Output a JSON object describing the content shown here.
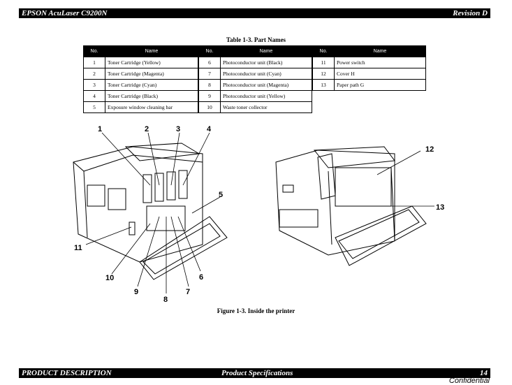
{
  "header": {
    "left": "EPSON AcuLaser C9200N",
    "right": "Revision D"
  },
  "table": {
    "title": "Table 1-3.  Part Names",
    "col_no": "No.",
    "col_name": "Name",
    "block1": [
      {
        "no": "1",
        "name": "Toner Cartridge (Yellow)"
      },
      {
        "no": "2",
        "name": "Toner Cartridge (Magenta)"
      },
      {
        "no": "3",
        "name": "Toner Cartridge (Cyan)"
      },
      {
        "no": "4",
        "name": "Toner Cartridge (Black)"
      },
      {
        "no": "5",
        "name": "Exposure window cleaning bar"
      }
    ],
    "block2": [
      {
        "no": "6",
        "name": "Photoconductor unit (Black)"
      },
      {
        "no": "7",
        "name": "Photoconductor unit (Cyan)"
      },
      {
        "no": "8",
        "name": "Photoconductor unit (Magenta)"
      },
      {
        "no": "9",
        "name": "Photoconductor unit (Yellow)"
      },
      {
        "no": "10",
        "name": "Waste toner collector"
      }
    ],
    "block3": [
      {
        "no": "11",
        "name": "Power switch"
      },
      {
        "no": "12",
        "name": "Cover H"
      },
      {
        "no": "13",
        "name": "Paper path G"
      }
    ]
  },
  "figure": {
    "caption": "Figure 1-3.  Inside the printer",
    "callouts": [
      "1",
      "2",
      "3",
      "4",
      "5",
      "6",
      "7",
      "8",
      "9",
      "10",
      "11",
      "12",
      "13"
    ]
  },
  "footer": {
    "left": "PRODUCT DESCRIPTION",
    "center": "Product Specifications",
    "right": "14"
  },
  "confidential": "Confidential"
}
